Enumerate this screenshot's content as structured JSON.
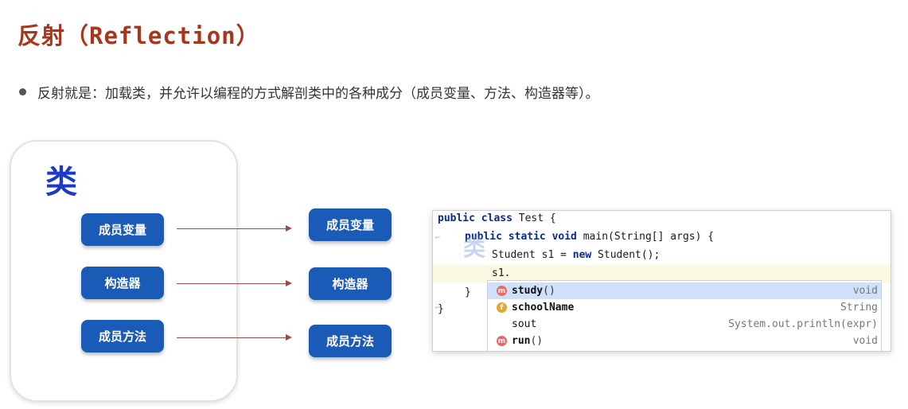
{
  "title": {
    "cn": "反射",
    "en": "（Reflection）"
  },
  "bullet": "反射就是：加载类，并允许以编程的方式解剖类中的各种成分（成员变量、方法、构造器等）。",
  "diagram": {
    "class_label": "类",
    "left_items": [
      "成员变量",
      "构造器",
      "成员方法"
    ],
    "right_items": [
      "成员变量",
      "构造器",
      "成员方法"
    ]
  },
  "code": {
    "line1": {
      "kw": "public class",
      "rest": " Test {"
    },
    "line2": {
      "kw": "public static void",
      "rest": " main(String[] args) {"
    },
    "line3": {
      "pre": "Student s1 = ",
      "kw": "new",
      "rest": " Student();"
    },
    "line4": "s1.",
    "line5": "}",
    "line6": "}",
    "watermark": "类"
  },
  "completion": [
    {
      "icon": "m",
      "name": "study",
      "tail": "()",
      "type": "void"
    },
    {
      "icon": "f",
      "name": "schoolName",
      "tail": "",
      "type": "String"
    },
    {
      "icon": "",
      "name": "sout",
      "tail": "",
      "type": "System.out.println(expr)"
    },
    {
      "icon": "m",
      "name": "run",
      "tail": "()",
      "type": "void"
    }
  ],
  "colors": {
    "title": "#a8351c",
    "pill": "#1b5bb8",
    "class_label": "#1d39c9",
    "arrow": "#a04848"
  }
}
